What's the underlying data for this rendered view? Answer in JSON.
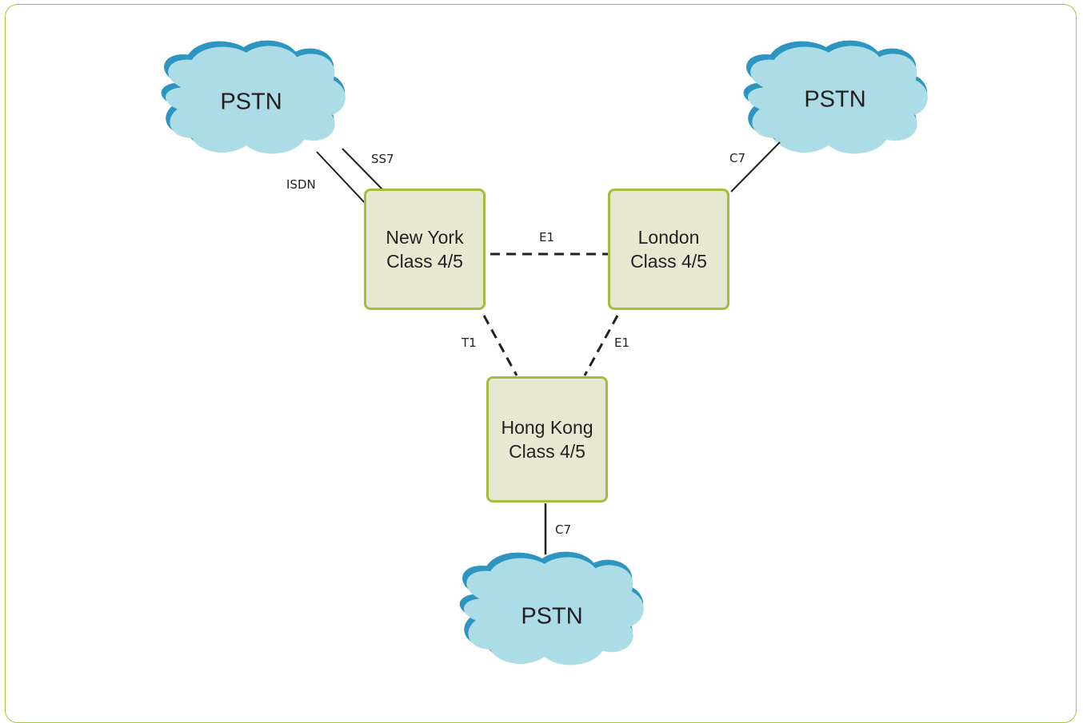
{
  "colors": {
    "frame_border": "#a9c23f",
    "box_fill": "#e7e8d2",
    "box_border": "#a6bc3c",
    "cloud_fill": "#acdce6",
    "cloud_shadow": "#2c95c0",
    "line": "#231f20"
  },
  "nodes": {
    "new_york": {
      "line1": "New York",
      "line2": "Class 4/5"
    },
    "london": {
      "line1": "London",
      "line2": "Class 4/5"
    },
    "hong_kong": {
      "line1": "Hong Kong",
      "line2": "Class 4/5"
    }
  },
  "clouds": {
    "top_left": {
      "label": "PSTN"
    },
    "top_right": {
      "label": "PSTN"
    },
    "bottom": {
      "label": "PSTN"
    }
  },
  "links": {
    "ny_pstn_isdn": {
      "label": "ISDN",
      "style": "solid"
    },
    "ny_pstn_ss7": {
      "label": "SS7",
      "style": "solid"
    },
    "ny_london": {
      "label": "E1",
      "style": "dashed"
    },
    "london_pstn": {
      "label": "C7",
      "style": "solid"
    },
    "ny_hk": {
      "label": "T1",
      "style": "dashed"
    },
    "london_hk": {
      "label": "E1",
      "style": "dashed"
    },
    "hk_pstn": {
      "label": "C7",
      "style": "solid"
    }
  }
}
